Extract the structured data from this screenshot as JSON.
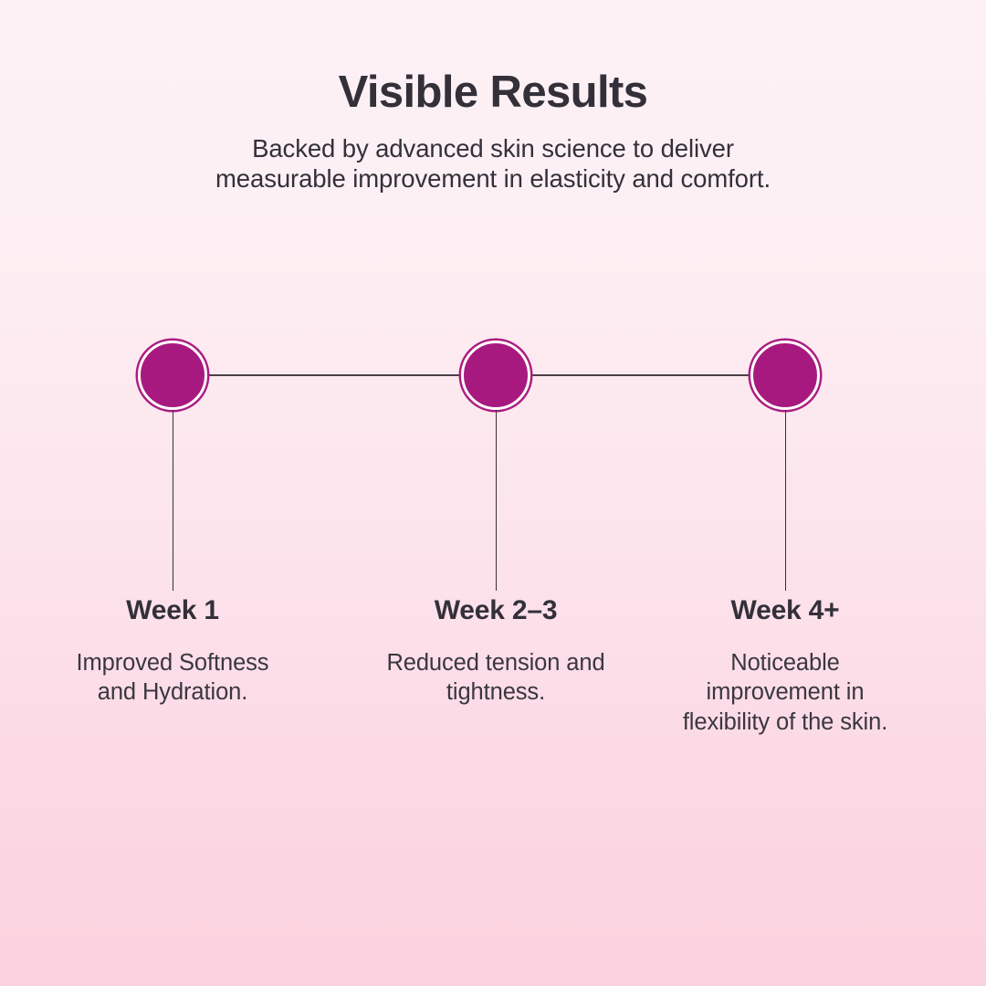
{
  "header": {
    "title": "Visible Results",
    "subtitle_lines": [
      "Backed by advanced skin science to deliver",
      "measurable improvement in elasticity and comfort."
    ]
  },
  "timeline": {
    "node_color": "#a8197f",
    "node_ring_color": "#ffffff",
    "line_color": "#4a3f47",
    "steps": [
      {
        "label": "Week 1",
        "description": "Improved Softness and Hydration."
      },
      {
        "label": "Week 2–3",
        "description": "Reduced tension and tightness."
      },
      {
        "label": "Week 4+",
        "description": "Noticeable improvement in flexibility of the skin."
      }
    ]
  },
  "theme": {
    "background_top": "#fdf1f6",
    "background_bottom": "#fbd2df",
    "text_color": "#343039",
    "accent_color": "#a8197f"
  }
}
